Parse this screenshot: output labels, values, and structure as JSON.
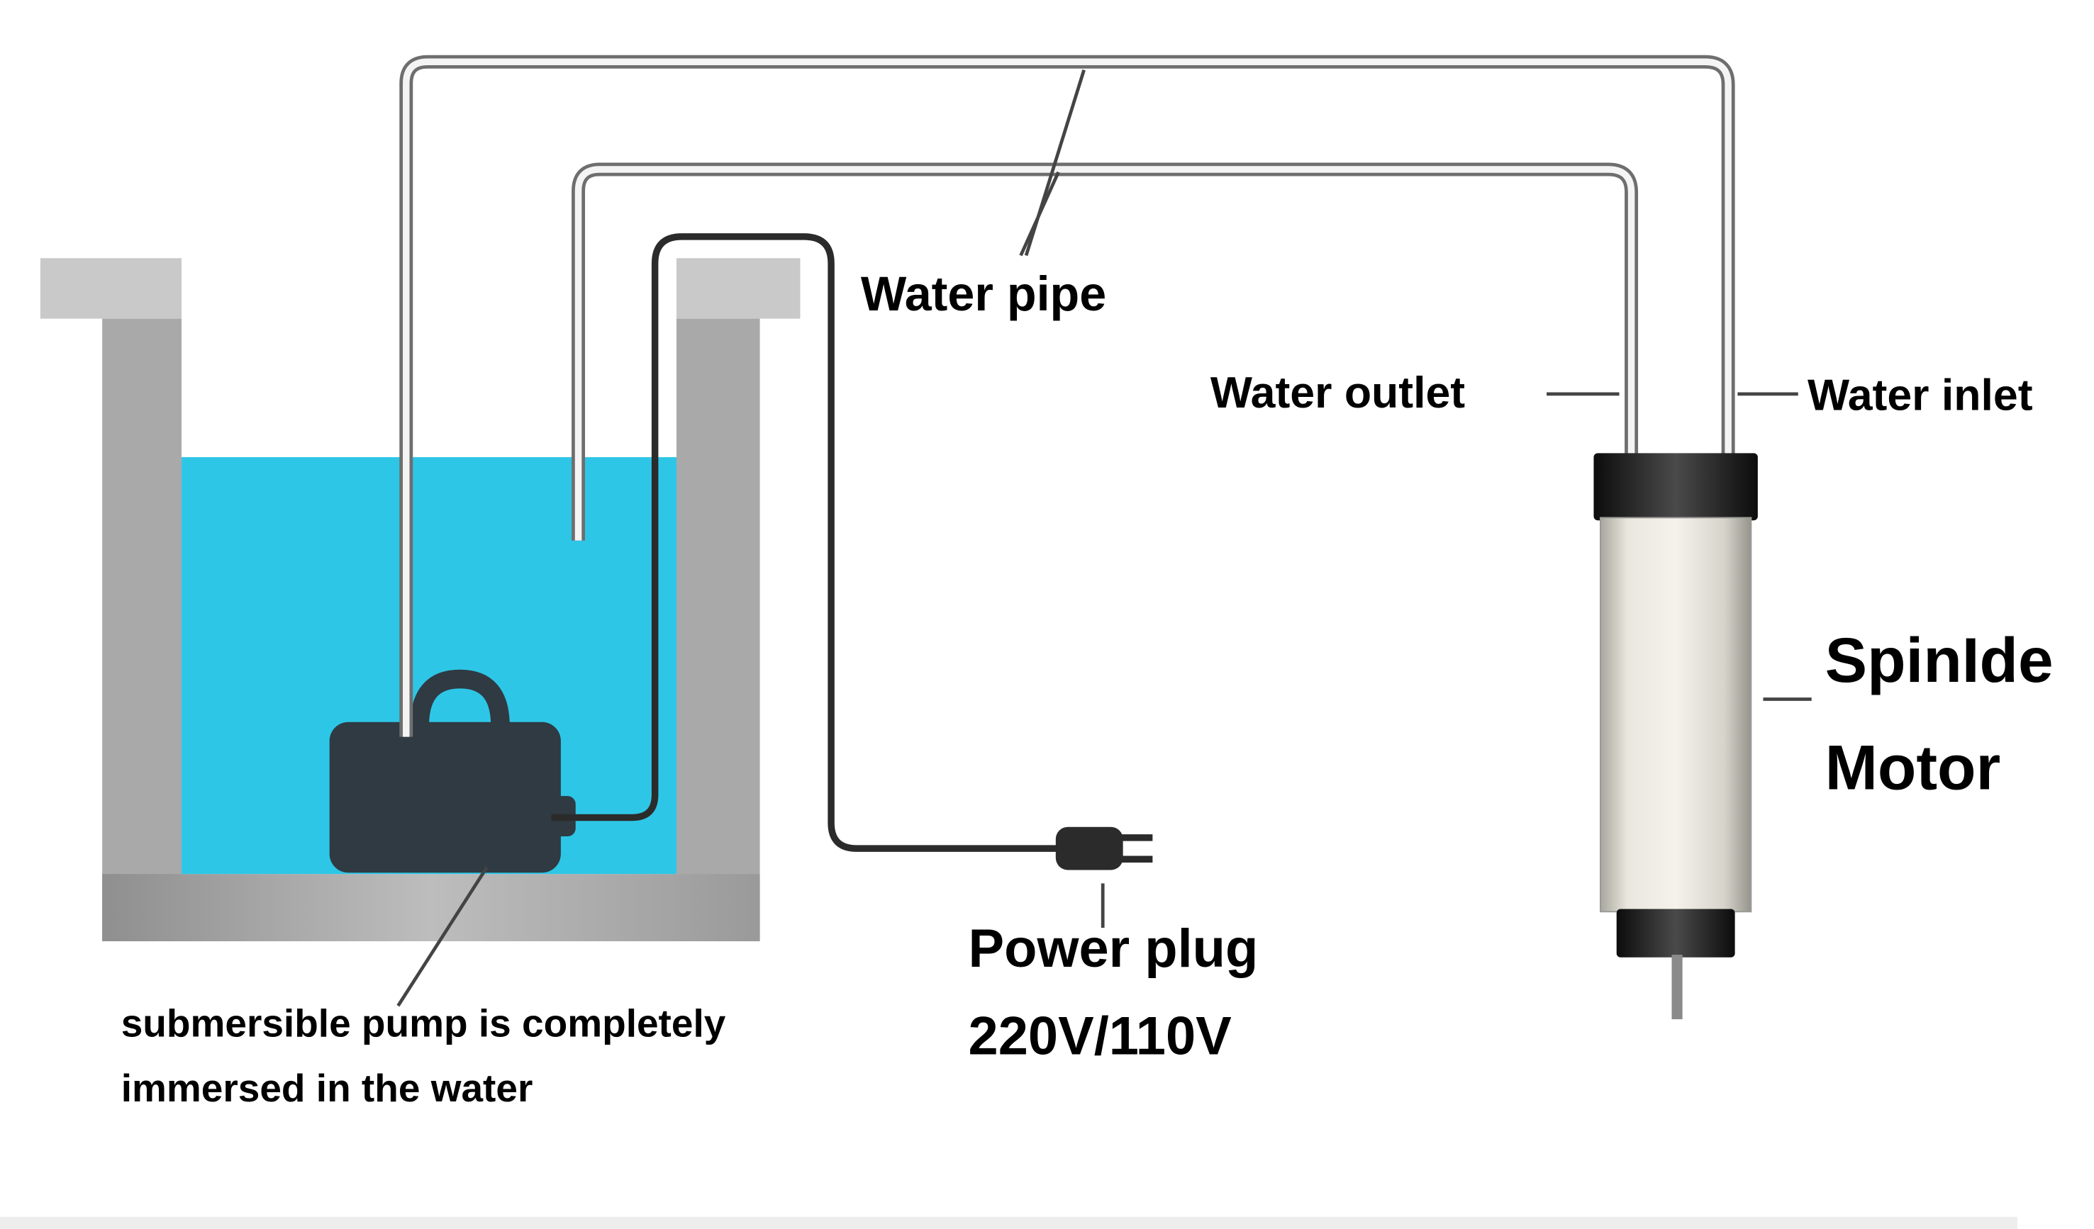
{
  "diagram": {
    "labels": {
      "water_pipe": "Water pipe",
      "water_outlet": "Water outlet",
      "water_inlet": "Water inlet",
      "motor_line1": "SpinIde",
      "motor_line2": "Motor",
      "power_plug_line1": "Power plug",
      "power_plug_line2": "220V/110V",
      "pump_caption_line1": "submersible pump is completely",
      "pump_caption_line2": "immersed in the water"
    },
    "colors": {
      "water": "#2EC6E6",
      "tank_wall": "#A9A9A9",
      "tank_wall_light": "#C9C9C9",
      "pump_body": "#2F3A42",
      "pipe_outline": "#6E6E6E",
      "pipe_fill": "#F4F4F4",
      "cord": "#2B2B2B",
      "motor_cap": "#161616",
      "motor_body": "#DAD9D0",
      "text": "#000000"
    }
  }
}
